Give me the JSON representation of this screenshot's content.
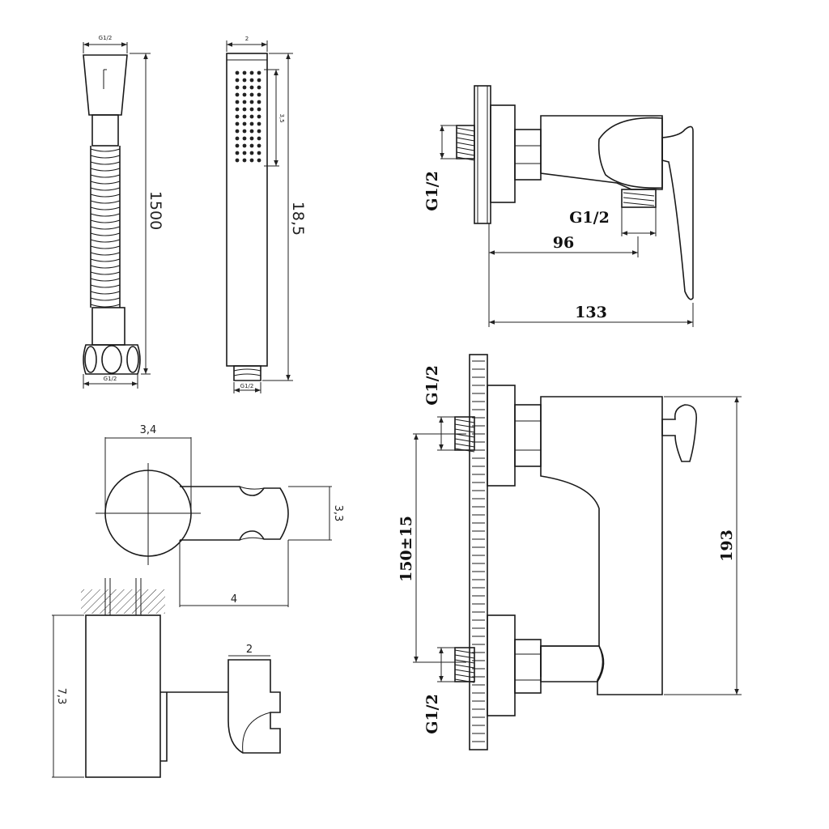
{
  "hose": {
    "length": "1500",
    "top_thread": "G1/2",
    "bottom_thread": "G1/2"
  },
  "handshower": {
    "width": "2",
    "length": "18,5",
    "spray_length": "3,5",
    "thread": "G1/2"
  },
  "holder": {
    "diameter": "3,4",
    "height": "3,3",
    "depth": "4",
    "side_height": "7,3",
    "side_width": "2"
  },
  "mixer_side": {
    "thread_inlet": "G1/2",
    "thread_outlet": "G1/2",
    "outlet_distance": "96",
    "total_depth": "133"
  },
  "mixer_front": {
    "thread_top": "G1/2",
    "thread_bottom": "G1/2",
    "center_distance": "150±15",
    "height": "193"
  }
}
